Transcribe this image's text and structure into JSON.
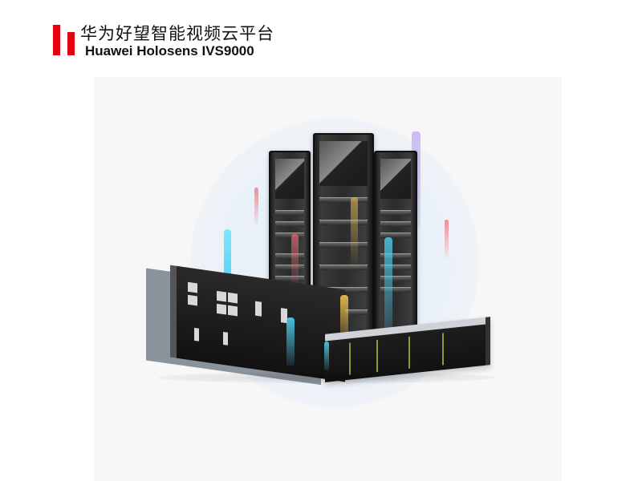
{
  "header": {
    "logo": {
      "icon": "red-double-bar-logo",
      "color": "#e60012"
    },
    "title_cn": "华为好望智能视频云平台",
    "title_en": "Huawei Holosens IVS9000"
  },
  "product_image": {
    "alt": "Huawei Holosens IVS9000 server racks and rack-mount servers",
    "background": "#f7f7f7",
    "accent_beams": [
      {
        "color": "#4fd0f0",
        "name": "cyan"
      },
      {
        "color": "#f06a7a",
        "name": "red"
      },
      {
        "color": "#f0c050",
        "name": "amber"
      },
      {
        "color": "#b9a6f0",
        "name": "violet"
      }
    ]
  }
}
